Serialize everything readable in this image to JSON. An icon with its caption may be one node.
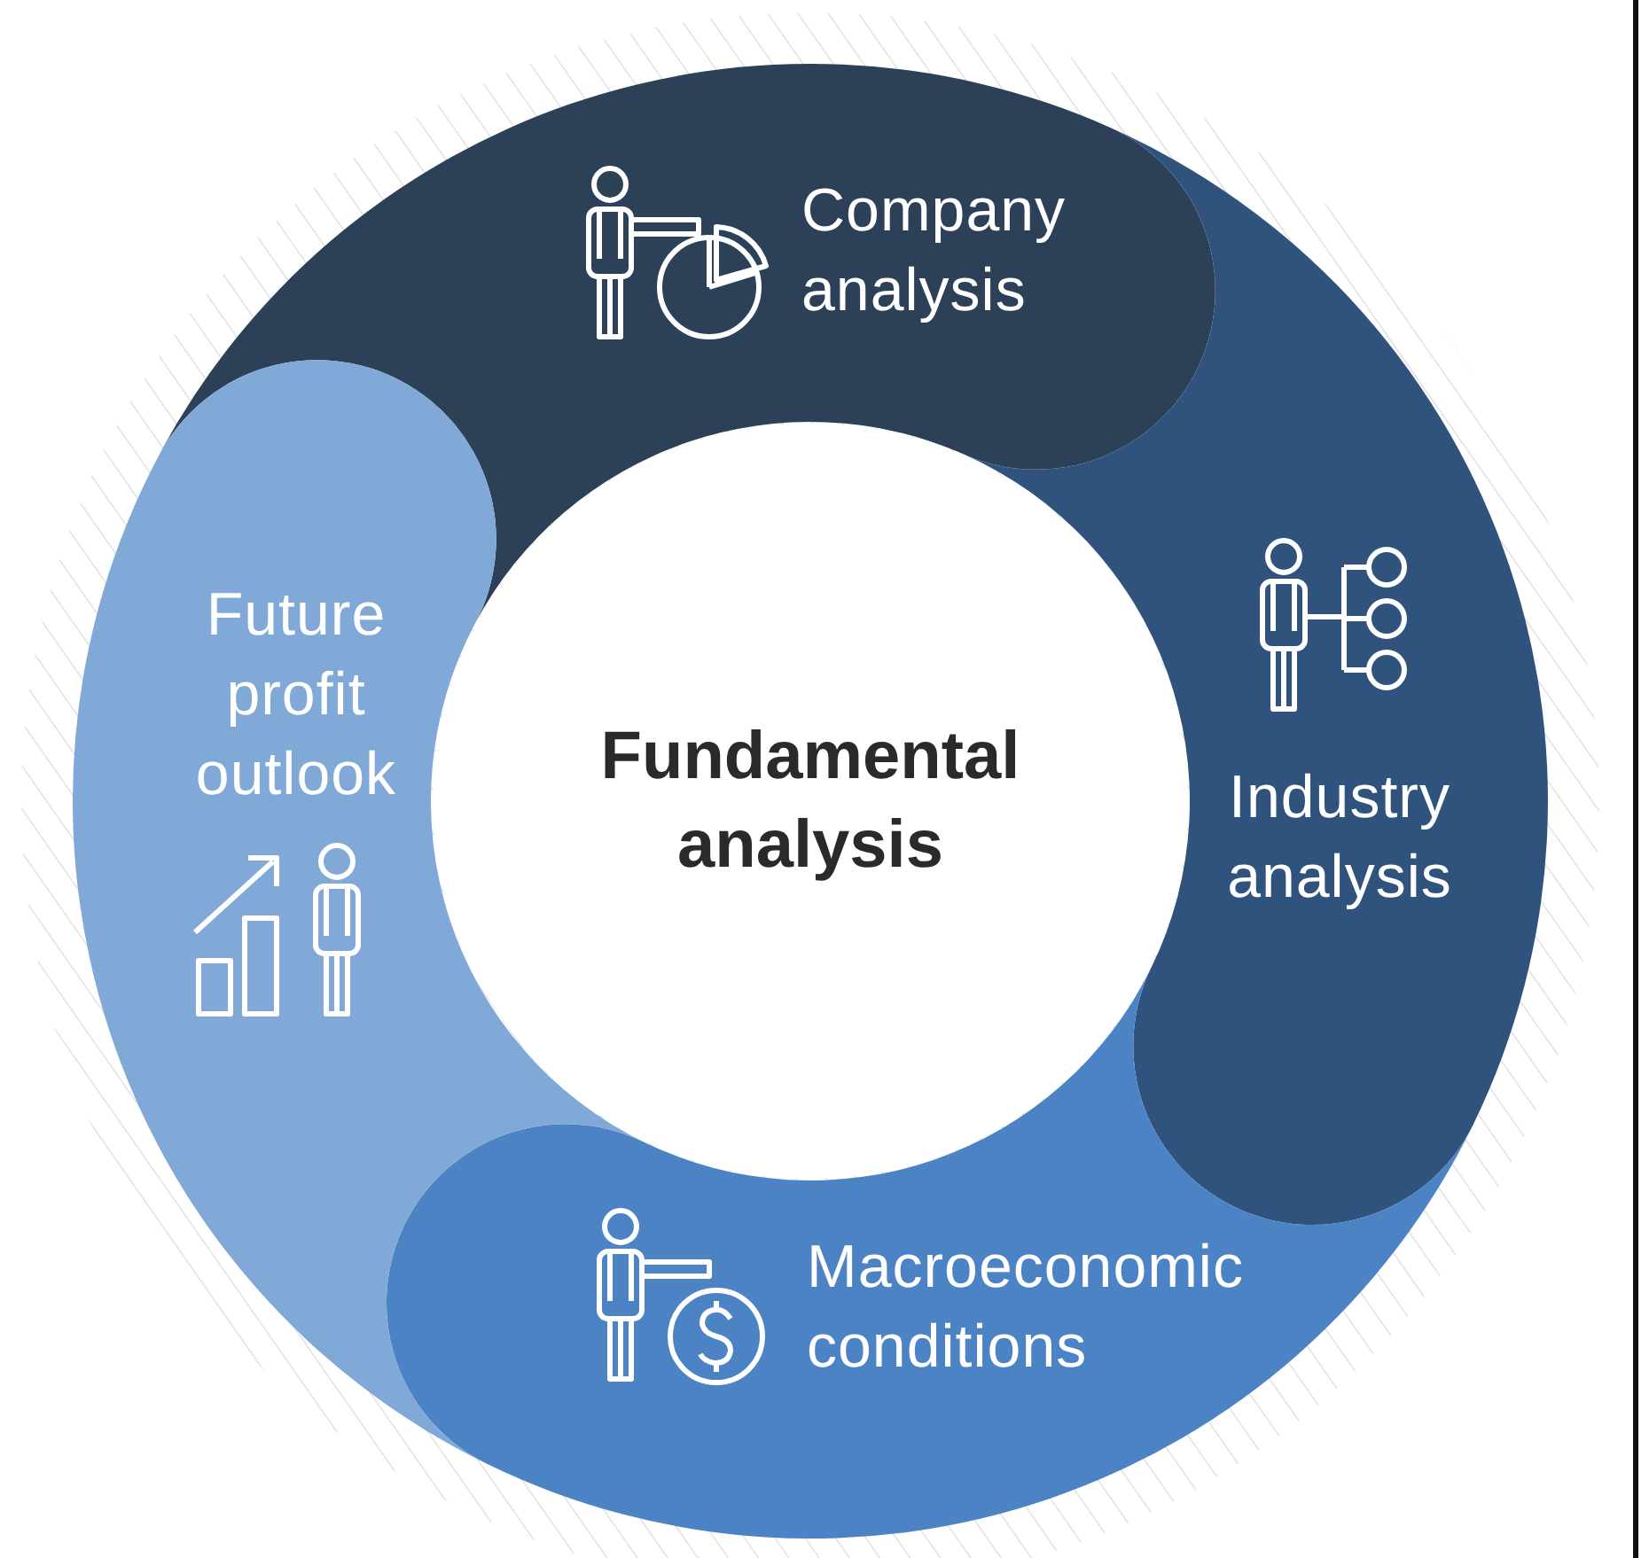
{
  "diagram": {
    "nodes": [
      {
        "text": [
          "Fundamental analysis"
        ]
      },
      {
        "text": [
          "Company analysis"
        ]
      },
      {
        "text": [
          "Industry analysis"
        ]
      },
      {
        "text": [
          "Macroeconomic conditions"
        ]
      },
      {
        "text": [
          "Future profit outlook"
        ]
      }
    ]
  }
}
